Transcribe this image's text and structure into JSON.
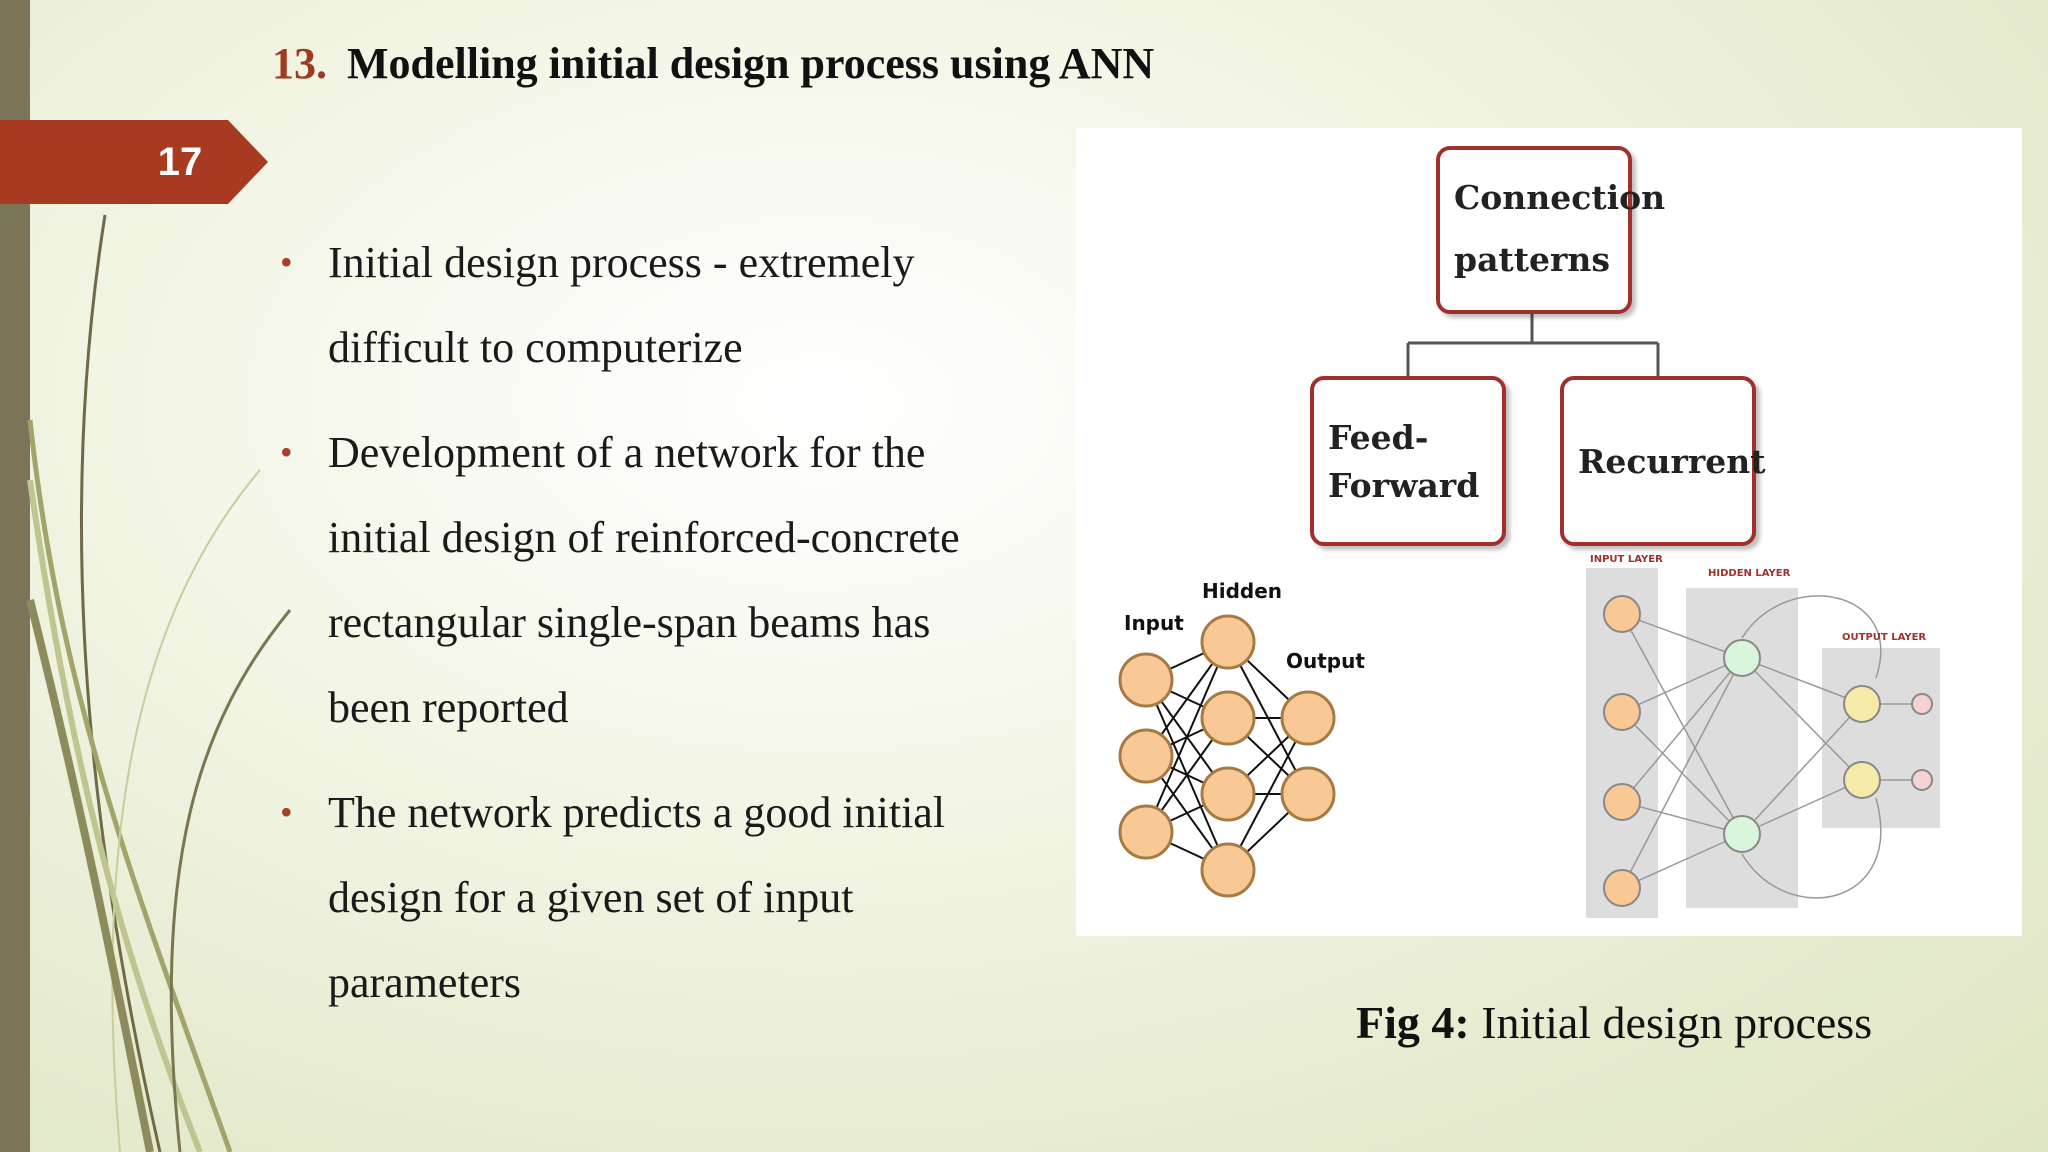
{
  "slide": {
    "number": "17",
    "title_number": "13.",
    "title": "Modelling initial design process using ANN"
  },
  "bullets": [
    {
      "line1": "Initial design process - extremely",
      "line2": "difficult to computerize"
    },
    {
      "line1": "Development of a network for the",
      "line2": "initial design of reinforced-concrete",
      "line3": "rectangular single-span beams has",
      "line4": "been reported"
    },
    {
      "line1": "The network predicts a good initial",
      "line2": "design for a given set of input",
      "line3": "parameters"
    }
  ],
  "bullet_marker": "•",
  "figure": {
    "root_line1": "Connection",
    "root_line2": "patterns",
    "ff_line1": "Feed-",
    "ff_line2": "Forward",
    "recurrent": "Recurrent",
    "ff_net": {
      "input": "Input",
      "hidden": "Hidden",
      "output": "Output"
    },
    "rnn": {
      "input_layer": "INPUT LAYER",
      "hidden_layer": "HIDDEN LAYER",
      "output_layer": "OUTPUT LAYER"
    }
  },
  "caption": {
    "label": "Fig 4:",
    "text": " Initial design process"
  },
  "colors": {
    "accent": "#9e3a1f",
    "tab": "#a83a21",
    "box_border": "#a0302c",
    "node_fill": "#f8c995",
    "node_green": "#d9f5dc"
  }
}
